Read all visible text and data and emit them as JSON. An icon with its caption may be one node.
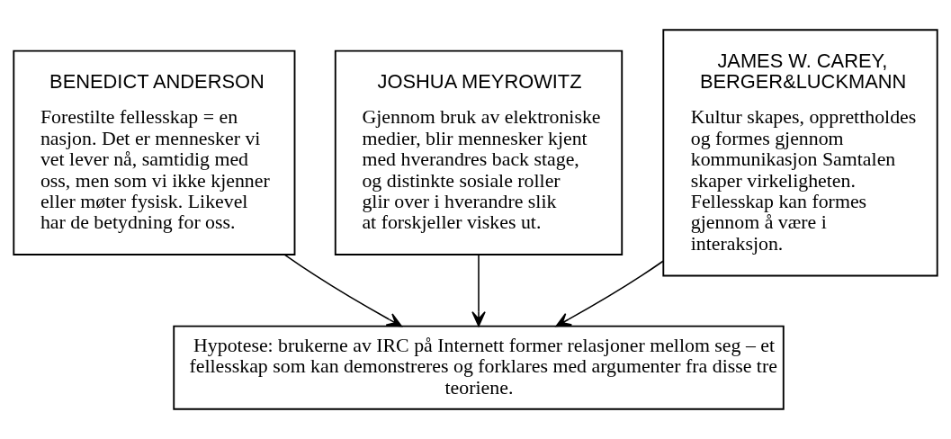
{
  "diagram": {
    "nodes": [
      {
        "text": [
          "BENEDICT ANDERSON",
          "Forestilte fellesskap = en nasjon. Det er mennesker vi vet lever nå, samtidig med oss, men som vi ikke kjenner eller møter fysisk. Likevel har de betydning for oss."
        ]
      },
      {
        "text": [
          "JOSHUA MEYROWITZ",
          "Gjennom bruk av elektroniske medier, blir mennesker kjent med hverandres back stage, og distinkte sosiale roller glir over i hverandre slik at forskjeller viskes ut."
        ]
      },
      {
        "text": [
          "JAMES W. CAREY, BERGER&LUCKMANN",
          "Kultur skapes, opprettholdes og formes gjennom kommunikasjon Samtalen skaper virkeligheten. Fellesskap kan formes gjennom å være i interaksjon."
        ]
      },
      {
        "text": [
          "Hypotese: brukerne av IRC på Internett former relasjoner mellom seg – et fellesskap som kan demonstreres og forklares med argumenter fra disse tre teoriene."
        ]
      }
    ],
    "edges": [
      {
        "from": 0,
        "to": 3,
        "arrow": "to"
      },
      {
        "from": 1,
        "to": 3,
        "arrow": "to"
      },
      {
        "from": 2,
        "to": 3,
        "arrow": "to"
      }
    ]
  }
}
